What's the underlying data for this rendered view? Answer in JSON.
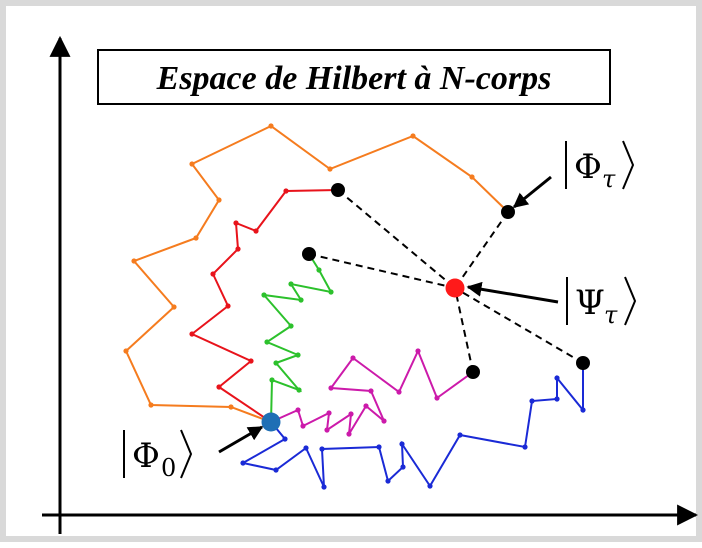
{
  "title": "Espace de Hilbert à N-corps",
  "labels": {
    "phi_tau": {
      "symbol": "Φ",
      "sub": "τ"
    },
    "psi_tau": {
      "symbol": "Ψ",
      "sub": "τ"
    },
    "phi_0": {
      "symbol": "Φ",
      "sub": "0"
    }
  },
  "colors": {
    "orange": "#f57c1f",
    "red": "#e8131b",
    "green": "#2cc12c",
    "magenta": "#cc1aaa",
    "blue": "#1a2ad6",
    "start_node": "#1f6fb5",
    "target_node": "#ff1a1a",
    "endpoint": "#000000"
  }
}
